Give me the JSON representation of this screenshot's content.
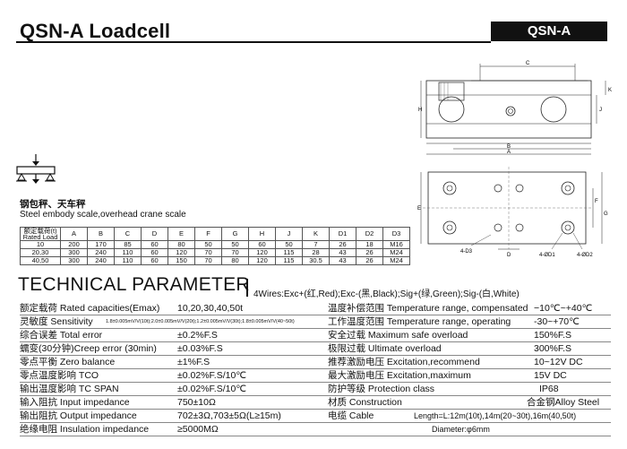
{
  "header": {
    "title": "QSN-A Loadcell",
    "model": "QSN-A"
  },
  "application": {
    "cn": "钢包秤、天车秤",
    "en": "Steel embody scale,overhead crane scale"
  },
  "dimension_table": {
    "headers": [
      "额定载荷(t)\nRated Load",
      "A",
      "B",
      "C",
      "D",
      "E",
      "F",
      "G",
      "H",
      "J",
      "K",
      "D1",
      "D2",
      "D3"
    ],
    "rows": [
      [
        "10",
        "200",
        "170",
        "85",
        "60",
        "80",
        "50",
        "50",
        "60",
        "50",
        "7",
        "26",
        "18",
        "M16"
      ],
      [
        "20,30",
        "300",
        "240",
        "110",
        "60",
        "120",
        "70",
        "70",
        "120",
        "115",
        "28",
        "43",
        "26",
        "M24"
      ],
      [
        "40,50",
        "300",
        "240",
        "110",
        "60",
        "150",
        "70",
        "80",
        "120",
        "115",
        "30.5",
        "43",
        "26",
        "M24"
      ]
    ]
  },
  "drawing_labels": {
    "side": {
      "c": "C",
      "b": "B",
      "a": "A",
      "h": "H",
      "j": "J",
      "k": "K"
    },
    "top": {
      "e": "E",
      "f": "F",
      "g": "G",
      "d": "D",
      "d3": "4-D3",
      "d1": "4-ØD1",
      "d2": "4-ØD2"
    }
  },
  "technical": {
    "title": "TECHNICAL PARAMETER",
    "wires": "4Wires:Exc+(红,Red);Exc-(黑,Black);Sig+(绿,Green);Sig-(白,White)",
    "rows": [
      {
        "left_label": "额定载荷 Rated capacities(Emax)",
        "left_value": "10,20,30,40,50t",
        "right_label": "温度补偿范围 Temperature range, compensated",
        "right_value": "−10℃~+40℃"
      },
      {
        "left_label": "灵敏度 Sensitivity",
        "left_value": "1.8±0.005mV/V(10t);2.0±0.005mV/V(20t);1.2±0.005mV/V(30t);1.8±0.005mV/V(40~50t)",
        "right_label": "工作温度范围 Temperature range, operating",
        "right_value": "-30~+70℃"
      },
      {
        "left_label": "综合误差 Total error",
        "left_value": "±0.2%F.S",
        "right_label": "安全过载 Maximum safe overload",
        "right_value": "150%F.S"
      },
      {
        "left_label": "蠕变(30分钟)Creep error (30min)",
        "left_value": "±0.03%F.S",
        "right_label": "极限过载 Ultimate overload",
        "right_value": "300%F.S"
      },
      {
        "left_label": "零点平衡 Zero balance",
        "left_value": "±1%F.S",
        "right_label": "推荐激励电压 Excitation,recommend",
        "right_value": "10~12V DC"
      },
      {
        "left_label": "零点温度影响 TCO",
        "left_value": "±0.02%F.S/10℃",
        "right_label": "最大激励电压 Excitation,maximum",
        "right_value": "15V DC"
      },
      {
        "left_label": "输出温度影响 TC SPAN",
        "left_value": "±0.02%F.S/10℃",
        "right_label": "防护等级 Protection class",
        "right_value": "IP68"
      },
      {
        "left_label": "输入阻抗 Input impedance",
        "left_value": "750±10Ω",
        "right_label": "材质 Construction",
        "right_value": "合金钢Alloy Steel"
      },
      {
        "left_label": "输出阻抗 Output impedance",
        "left_value": "702±3Ω,703±5Ω(L≥15m)",
        "right_label": "电缆 Cable",
        "right_value": "Length=L:12m(10t),14m(20~30t),16m(40,50t)"
      },
      {
        "left_label": "绝缘电阻 Insulation impedance",
        "left_value": "≥5000MΩ",
        "right_label": "",
        "right_value": "Diameter:φ6mm"
      }
    ]
  }
}
